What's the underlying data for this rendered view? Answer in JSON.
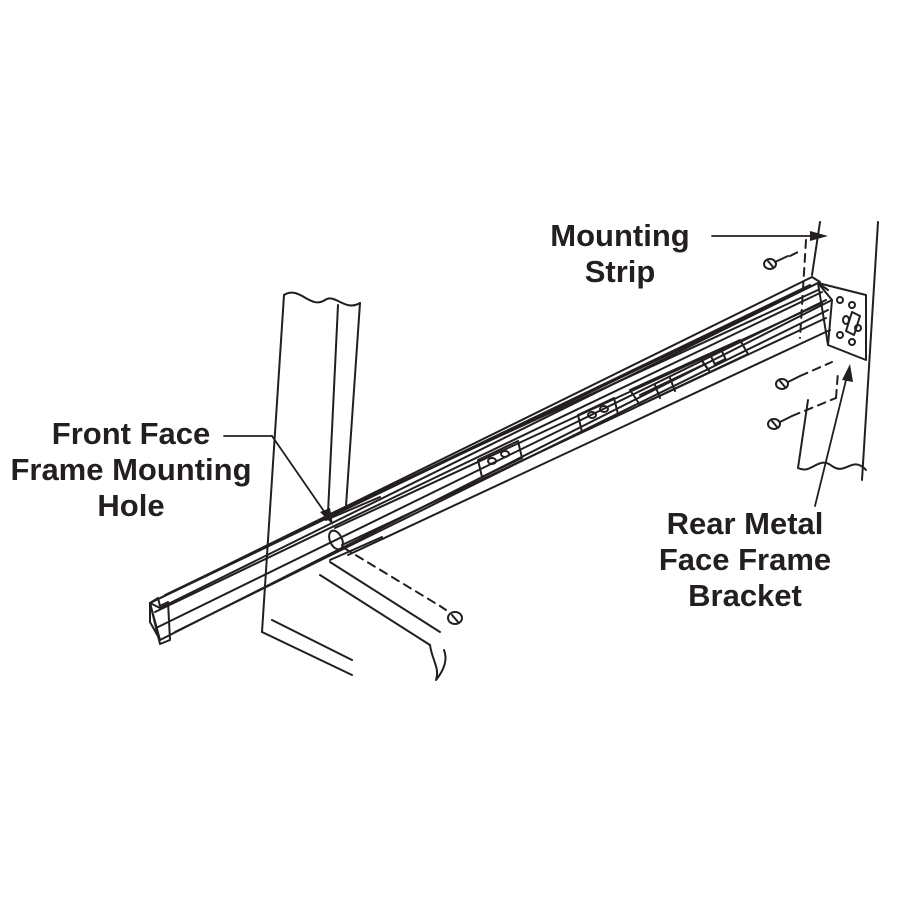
{
  "labels": {
    "mounting_strip": [
      "Mounting",
      "Strip"
    ],
    "front_face": [
      "Front Face",
      "Frame Mounting",
      "Hole"
    ],
    "rear_bracket": [
      "Rear Metal",
      "Face Frame",
      "Bracket"
    ]
  },
  "colors": {
    "ink": "#231f20",
    "background": "#ffffff"
  }
}
